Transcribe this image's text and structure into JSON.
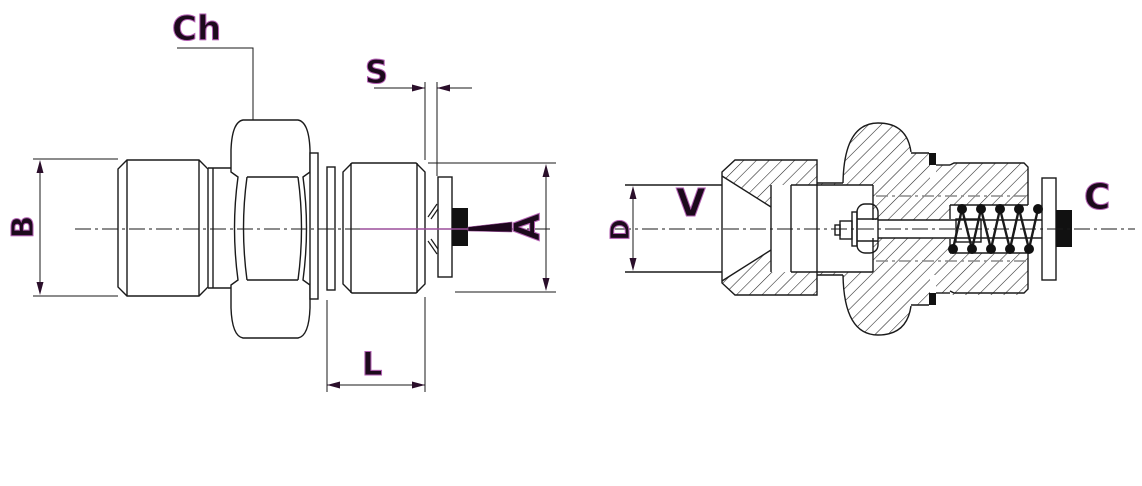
{
  "drawing": {
    "background": "#ffffff",
    "line_color": "#1a1a1a",
    "hatch_color": "#222222",
    "label_fill_color": "#1c0a1c",
    "label_outline_color": "#b25fb2",
    "centerline_accent_color": "#9b4f9b",
    "left_view": {
      "labels": {
        "ch": "Ch",
        "s": "S",
        "b": "B",
        "a": "A",
        "l": "L"
      }
    },
    "right_view": {
      "labels": {
        "v": "V",
        "d": "D",
        "c": "C"
      }
    }
  }
}
